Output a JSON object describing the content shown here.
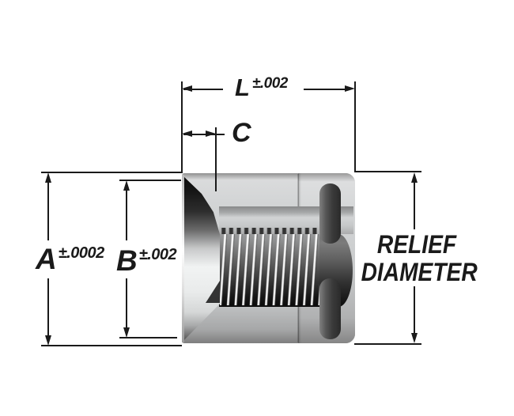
{
  "drawing": {
    "colors": {
      "line": "#1a1a1a",
      "body_gray": "#c9cbcc",
      "bore_dark": "#1c1c1c",
      "cone_highlight": "#f1f3f3"
    },
    "dimensions": {
      "dim_l": {
        "letter": "L",
        "tolerance": "±.002"
      },
      "dim_c": {
        "letter": "C"
      },
      "dim_a": {
        "letter": "A",
        "tolerance": "±.0002"
      },
      "dim_b": {
        "letter": "B",
        "tolerance": "±.002"
      },
      "relief": {
        "label_line1": "RELIEF",
        "label_line2": "DIAMETER"
      }
    }
  }
}
